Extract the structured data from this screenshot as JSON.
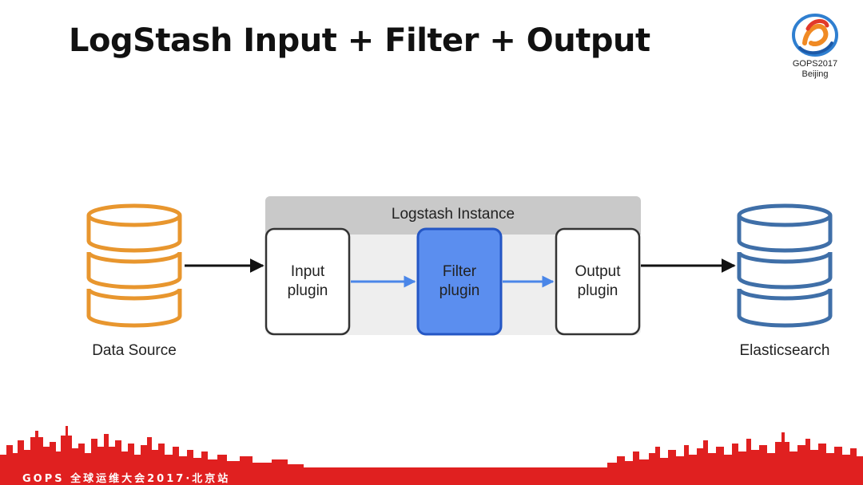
{
  "title": "LogStash Input + Filter + Output",
  "logo": {
    "line1": "GOPS2017",
    "line2": "Beijing"
  },
  "diagram": {
    "source_label": "Data Source",
    "instance_label": "Logstash Instance",
    "plugins": [
      {
        "line1": "Input",
        "line2": "plugin"
      },
      {
        "line1": "Filter",
        "line2": "plugin"
      },
      {
        "line1": "Output",
        "line2": "plugin"
      }
    ],
    "destination_label": "Elasticsearch"
  },
  "footer": {
    "text": "GOPS 全球运维大会2017·北京站"
  },
  "colors": {
    "source_db": "#e8962e",
    "destination_db": "#3f6fa8",
    "filter_fill": "#5b8eef",
    "filter_border": "#2456c4",
    "flow_arrow": "#4a86e8",
    "instance_header": "#c9c9c9",
    "instance_body": "#eeeeee",
    "footer_red": "#e02020"
  }
}
